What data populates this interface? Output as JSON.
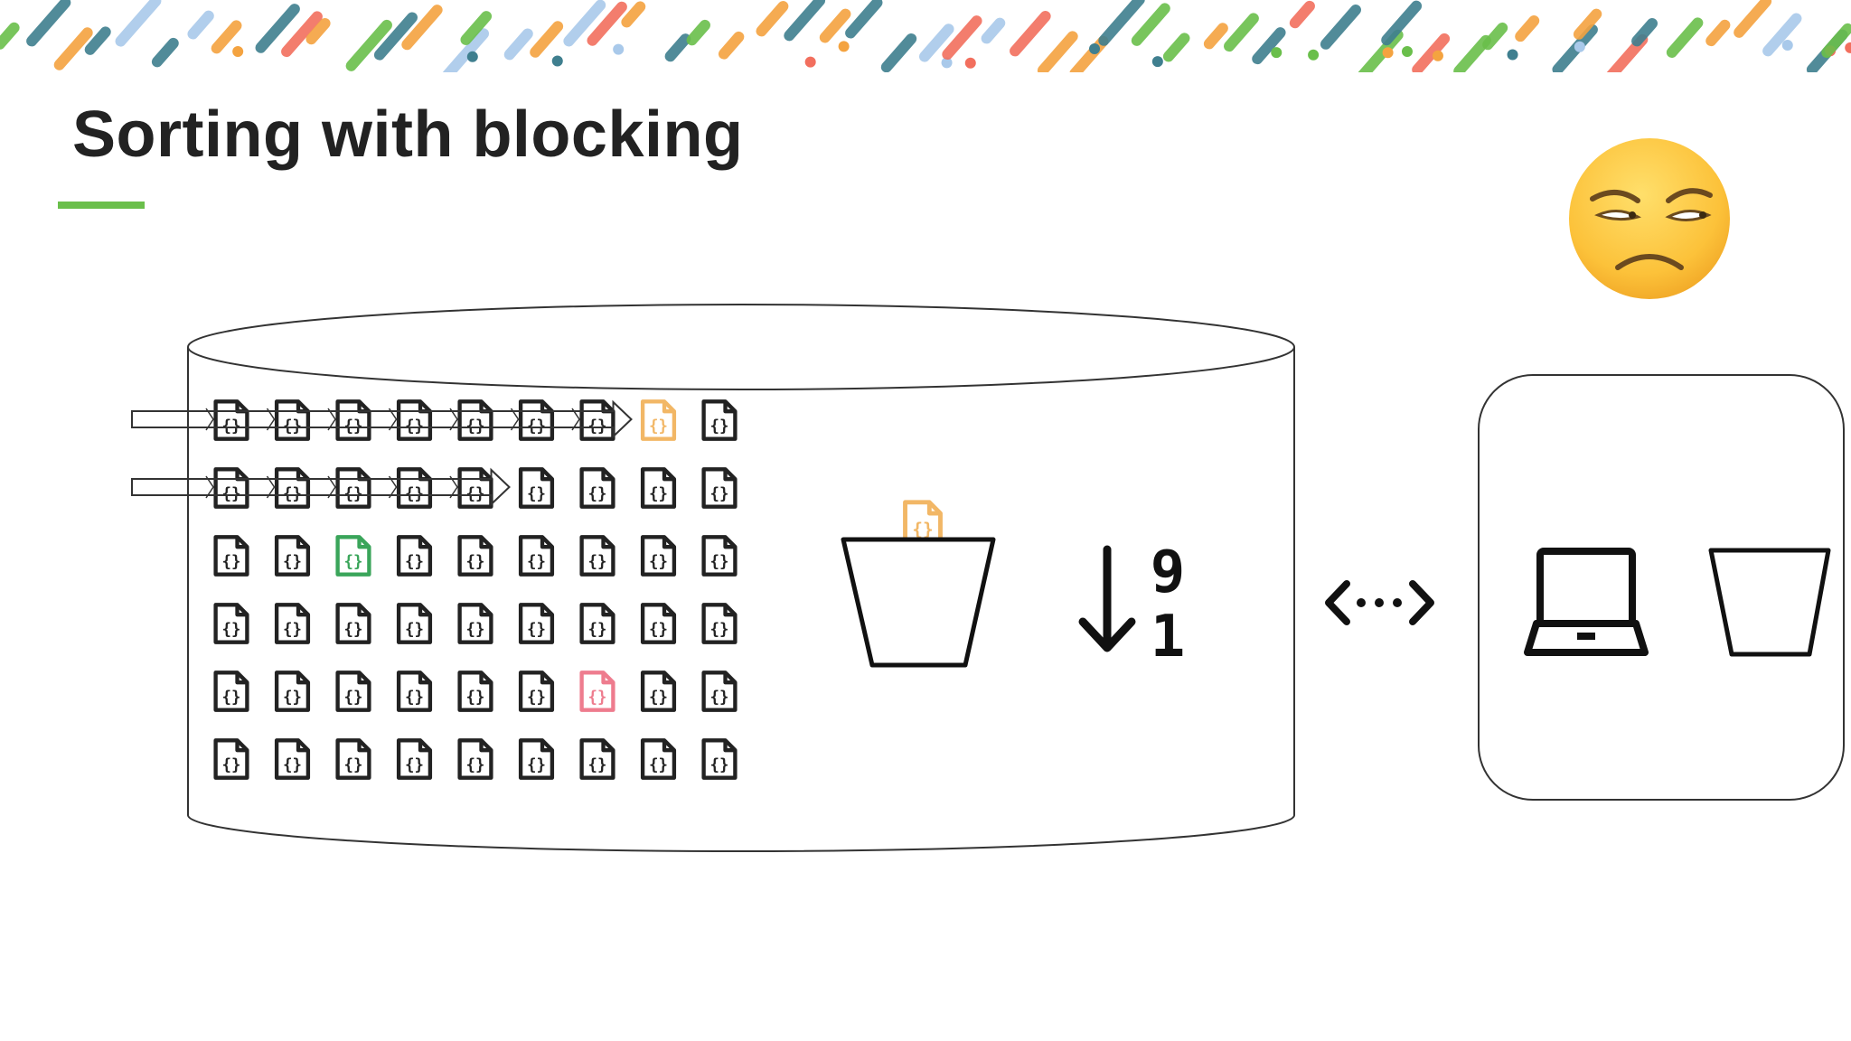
{
  "slide": {
    "title": "Sorting with blocking"
  },
  "colors": {
    "ink": "#222222",
    "accent_green": "#6abf4b",
    "highlight_orange": "#f2b766",
    "highlight_green": "#3aa55a",
    "highlight_pink": "#ee7c8e",
    "deco_palette": [
      "#f4a340",
      "#6abf4b",
      "#3f7f8f",
      "#f26f5e",
      "#a9c9ea"
    ]
  },
  "icons": {
    "document": "json-document-icon",
    "bucket": "bucket-icon",
    "sort": "sort-descending-icon",
    "exchange": "bidirectional-arrow-icon",
    "client": "laptop-icon",
    "mood": "unamused-face-icon"
  },
  "grid": {
    "rows": 6,
    "cols": 9,
    "highlights": [
      {
        "row": 0,
        "col": 7,
        "color": "orange"
      },
      {
        "row": 2,
        "col": 2,
        "color": "green"
      },
      {
        "row": 4,
        "col": 6,
        "color": "pink"
      }
    ],
    "scan_arrows": [
      {
        "row": 0,
        "ends_before_col": 7
      },
      {
        "row": 1,
        "ends_before_col": 5
      }
    ]
  },
  "sort_glyph": {
    "upper_digit": "9",
    "lower_digit": "1"
  }
}
